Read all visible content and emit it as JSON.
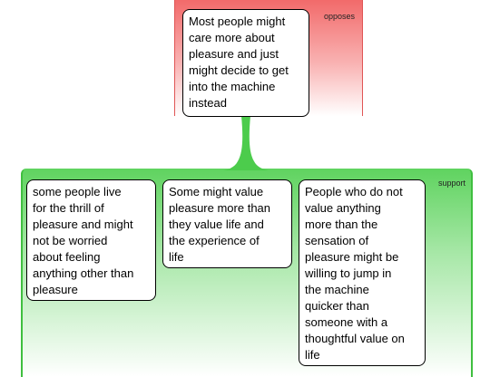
{
  "opposes": {
    "tag": "opposes",
    "claim": "Most people might\ncare  more about\npleasure and just\nmight decide to get\ninto the machine\ninstead"
  },
  "support": {
    "tag": "support",
    "reasons": [
      "some people live\nfor the thrill of\npleasure and might\nnot be worried\nabout feeling\nanything other than\npleasure",
      "Some might value\npleasure more than\nthey value life and\nthe experience of\nlife",
      "People who do not\nvalue anything\nmore than the\nsensation of\npleasure might be\nwilling to jump in\nthe machine\nquicker than\nsomeone with a\nthoughtful value on\nlife"
    ]
  },
  "colors": {
    "opposes_fill": "#f26a6a",
    "support_fill": "#5fd35f",
    "connector": "#4ccc4c"
  }
}
